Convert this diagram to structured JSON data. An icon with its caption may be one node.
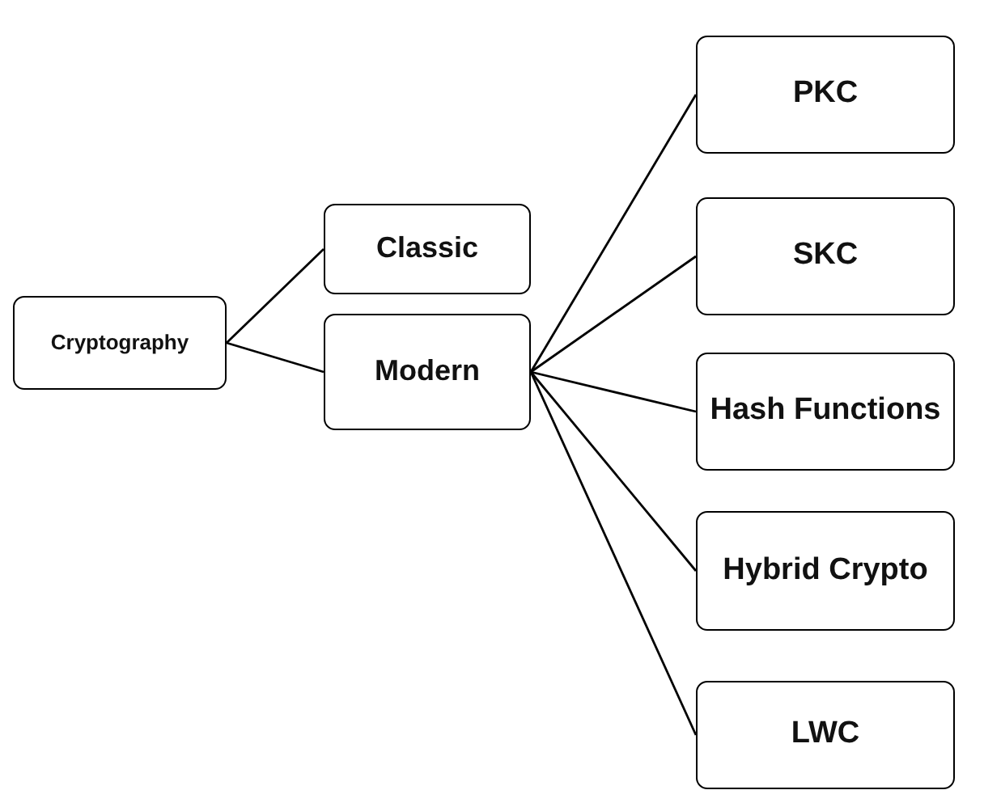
{
  "diagram": {
    "nodes": [
      {
        "text": [
          "Cryptography"
        ]
      },
      {
        "text": [
          "Classic"
        ]
      },
      {
        "text": [
          "Modern"
        ]
      },
      {
        "text": [
          "PKC"
        ]
      },
      {
        "text": [
          "SKC"
        ]
      },
      {
        "text": [
          "Hash Functions"
        ]
      },
      {
        "text": [
          "Hybrid Crypto"
        ]
      },
      {
        "text": [
          "LWC"
        ]
      }
    ],
    "edges": [
      {
        "from": 0,
        "to": 1,
        "arrow": "none"
      },
      {
        "from": 0,
        "to": 2,
        "arrow": "none"
      },
      {
        "from": 2,
        "to": 3,
        "arrow": "none"
      },
      {
        "from": 2,
        "to": 4,
        "arrow": "none"
      },
      {
        "from": 2,
        "to": 5,
        "arrow": "none"
      },
      {
        "from": 2,
        "to": 6,
        "arrow": "none"
      },
      {
        "from": 2,
        "to": 7,
        "arrow": "none"
      }
    ]
  }
}
